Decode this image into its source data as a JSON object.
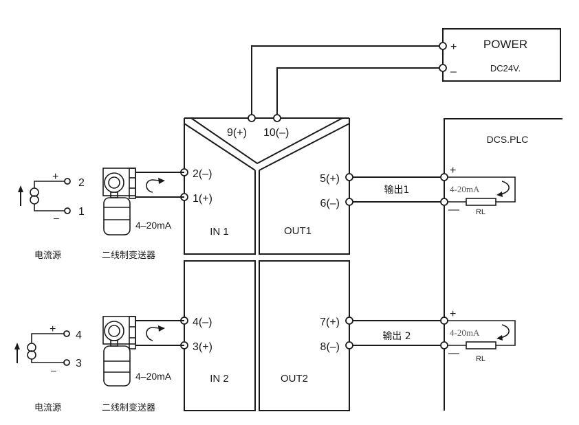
{
  "power": {
    "title": "POWER",
    "voltage": "DC24V.",
    "plus": "+",
    "minus": "–"
  },
  "module": {
    "supply_terminals": [
      "9(+)",
      "10(–)"
    ],
    "sections": {
      "in1": "IN 1",
      "out1": "OUT1",
      "in2": "IN 2",
      "out2": "OUT2"
    },
    "input1_terminals": [
      "2(–)",
      "1(+)"
    ],
    "input2_terminals": [
      "4(–)",
      "3(+)"
    ],
    "output1_terminals": [
      "5(+)",
      "6(–)"
    ],
    "output2_terminals": [
      "7(+)",
      "8(–)"
    ]
  },
  "channels": [
    {
      "source_label": "电流源",
      "source_plus": "+",
      "source_minus": "–",
      "source_terminals": [
        "2",
        "1"
      ],
      "transmitter_label": "二线制变送器",
      "transmitter_signal": "4–20mA",
      "output_label": "输出1",
      "load_signal": "4-20mA",
      "load_label": "RL",
      "load_plus": "+",
      "load_minus": "—"
    },
    {
      "source_label": "电流源",
      "source_plus": "+",
      "source_minus": "–",
      "source_terminals": [
        "4",
        "3"
      ],
      "transmitter_label": "二线制变送器",
      "transmitter_signal": "4–20mA",
      "output_label": "输出 2",
      "load_signal": "4-20mA",
      "load_label": "RL",
      "load_plus": "+",
      "load_minus": "—"
    }
  ],
  "dcs": {
    "title": "DCS.PLC"
  }
}
